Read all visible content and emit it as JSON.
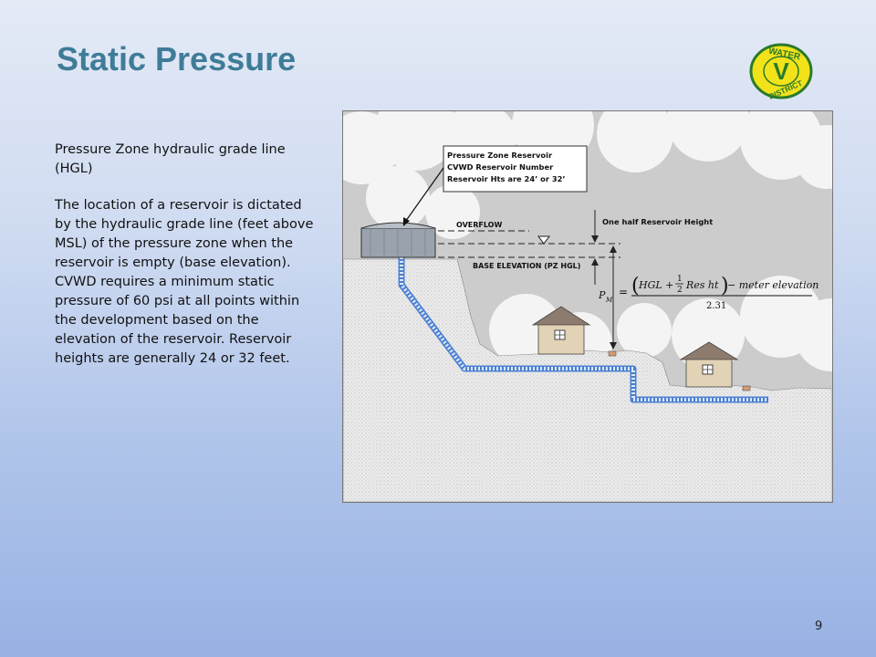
{
  "slide": {
    "title": "Static Pressure",
    "page_number": "9"
  },
  "logo": {
    "line1": "WATER",
    "letter": "V",
    "line2": "DISTRICT",
    "colors": {
      "fill": "#f2e21a",
      "outline": "#2a7a2a"
    }
  },
  "body": {
    "paragraph1": "Pressure Zone hydraulic grade line (HGL)",
    "paragraph2": "The location of a reservoir is dictated by the hydraulic grade line (feet above MSL) of the pressure zone when the reservoir is empty (base elevation). CVWD requires a minimum static pressure of 60 psi at all points within the development based on the elevation of the reservoir. Reservoir heights are generally 24 or 32 feet."
  },
  "diagram": {
    "callout_line1": "Pressure Zone Reservoir",
    "callout_line2": "CVWD Reservoir Number",
    "callout_line3": "Reservoir Hts are 24’ or 32’",
    "overflow_label": "OVERFLOW",
    "half_height_label": "One half Reservoir Height",
    "base_elevation_label": "BASE ELEVATION (PZ HGL)",
    "formula_lhs": "P",
    "formula_lhs_sub": "M",
    "formula_equals": "=",
    "formula_open": "(",
    "formula_hgl": "HGL +",
    "formula_frac_num": "1",
    "formula_frac_den": "2",
    "formula_res": "Res ht",
    "formula_close": ")",
    "formula_tail": "− meter elevation",
    "formula_denominator": "2.31",
    "colors": {
      "pipe": "#5b8fd8",
      "ground": "#ebebeb",
      "sky": "#cfcfcf"
    }
  }
}
